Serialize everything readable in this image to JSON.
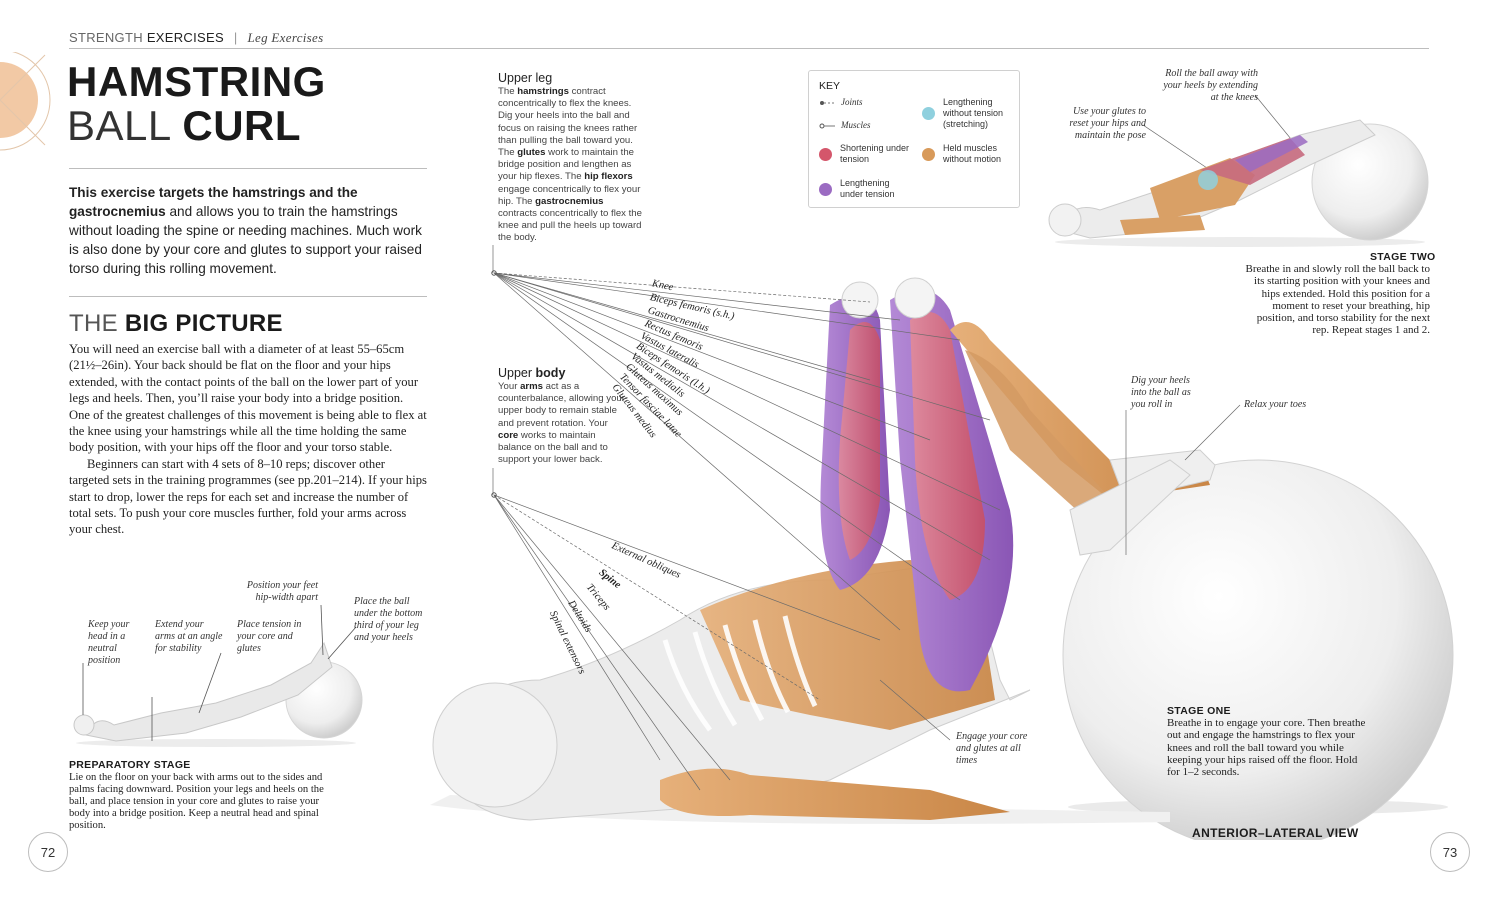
{
  "header": {
    "section_light": "STRENGTH",
    "section_bold": "EXERCISES",
    "subsection": "Leg Exercises"
  },
  "title": {
    "line1": "Hamstring",
    "line2a": "Ball",
    "line2b": "Curl"
  },
  "intro": {
    "p1_bold_a": "This exercise targets the hamstrings and the",
    "p1_bold_b": "gastrocnemius",
    "p1_rest": " and allows you to train the hamstrings without loading the spine or needing machines. Much work is also done by your core and glutes to support your raised torso during this rolling movement."
  },
  "big_picture": {
    "title_a": "The",
    "title_b": "Big Picture",
    "p1": "You will need an exercise ball with a diameter of at least 55–65cm (21½–26in). Your back should be flat on the floor and your hips extended, with the contact points of the ball on the lower part of your legs and heels. Then, you’ll raise your body into a bridge position. One of the greatest challenges of this movement is being able to flex at the knee using your hamstrings while all the time holding the same body position, with your hips off the floor and your torso stable.",
    "p2": "Beginners can start with 4 sets of 8–10 reps; discover other targeted sets in the training programmes (see pp.201–214). If your hips start to drop, lower the reps for each set and increase the number of total sets. To push your core muscles further, fold your arms across your chest."
  },
  "prep": {
    "ann_head": "Keep your head in a neutral position",
    "ann_arms": "Extend your arms at an angle for stability",
    "ann_tension": "Place tension in your core and glutes",
    "ann_feet": "Position your feet hip-width apart",
    "ann_ball": "Place the ball under the bottom third of your leg and your heels",
    "title": "PREPARATORY STAGE",
    "body": "Lie on the floor on your back with arms out to the sides and palms facing downward. Position your legs and heels on the ball, and place tension in your core and glutes to raise your body into a bridge position. Keep a neutral head and spinal position."
  },
  "pages": {
    "left": "72",
    "right": "73"
  },
  "upper_leg": {
    "head": "Upper leg",
    "t1": "The ",
    "b1": "hamstrings",
    "t2": " contract concentrically to flex the knees. Dig your heels into the ball and focus on raising the knees rather than pulling the ball toward you. The ",
    "b2": "glutes",
    "t3": " work to maintain the bridge position and lengthen as your hip flexes. The ",
    "b3": "hip flexors",
    "t4": " engage concentrically to flex your hip. The ",
    "b4": "gastrocnemius",
    "t5": " contracts concentrically to flex the knee and pull the heels up toward the body."
  },
  "upper_body": {
    "head_a": "Upper ",
    "head_b": "body",
    "t1": "Your ",
    "b1": "arms",
    "t2": " act as a counterbalance, allowing your upper body to remain stable and prevent rotation. Your ",
    "b2": "core",
    "t3": " works to maintain balance on the ball and to support your lower back."
  },
  "key": {
    "title": "KEY",
    "joints": "Joints",
    "muscles": "Muscles",
    "shortening": "Shortening under tension",
    "lengthening": "Lengthening under tension",
    "lengthening_no": "Lengthening without tension (stretching)",
    "held": "Held muscles without motion",
    "colors": {
      "shortening": "#d4566b",
      "lengthening": "#9b6bc2",
      "lengthening_no": "#8fd0de",
      "held": "#d89a5a"
    }
  },
  "leg_labels": [
    "Knee",
    "Biceps femoris (s.h.)",
    "Gastrocnemius",
    "Rectus femoris",
    "Vastus lateralis",
    "Biceps femoris (l.h.)",
    "Vastus medialis",
    "Gluteus maximus",
    "Tensor fasciae latae",
    "Gluteus medius"
  ],
  "body_labels": [
    "External obliques",
    "Spine",
    "Triceps",
    "Deltoids",
    "Spinal extensors"
  ],
  "stage_two": {
    "ann_glutes": "Use your glutes to reset your hips and maintain the pose",
    "ann_roll": "Roll the ball away with your heels by extending at the knees",
    "title": "STAGE TWO",
    "body": "Breathe in and slowly roll the ball back to its starting position with your knees and hips extended. Hold this position for a moment to reset your breathing, hip position, and torso stability for the next rep. Repeat stages 1 and 2."
  },
  "annotations": {
    "dig": "Dig your heels into the ball as you roll in",
    "relax": "Relax your toes",
    "engage": "Engage your core and glutes at all times"
  },
  "stage_one": {
    "title": "STAGE ONE",
    "body": "Breathe in to engage your core. Then breathe out and engage the hamstrings to flex your knees and roll the ball toward you while keeping your hips raised off the floor. Hold for 1–2 seconds."
  },
  "view": "ANTERIOR–LATERAL VIEW"
}
